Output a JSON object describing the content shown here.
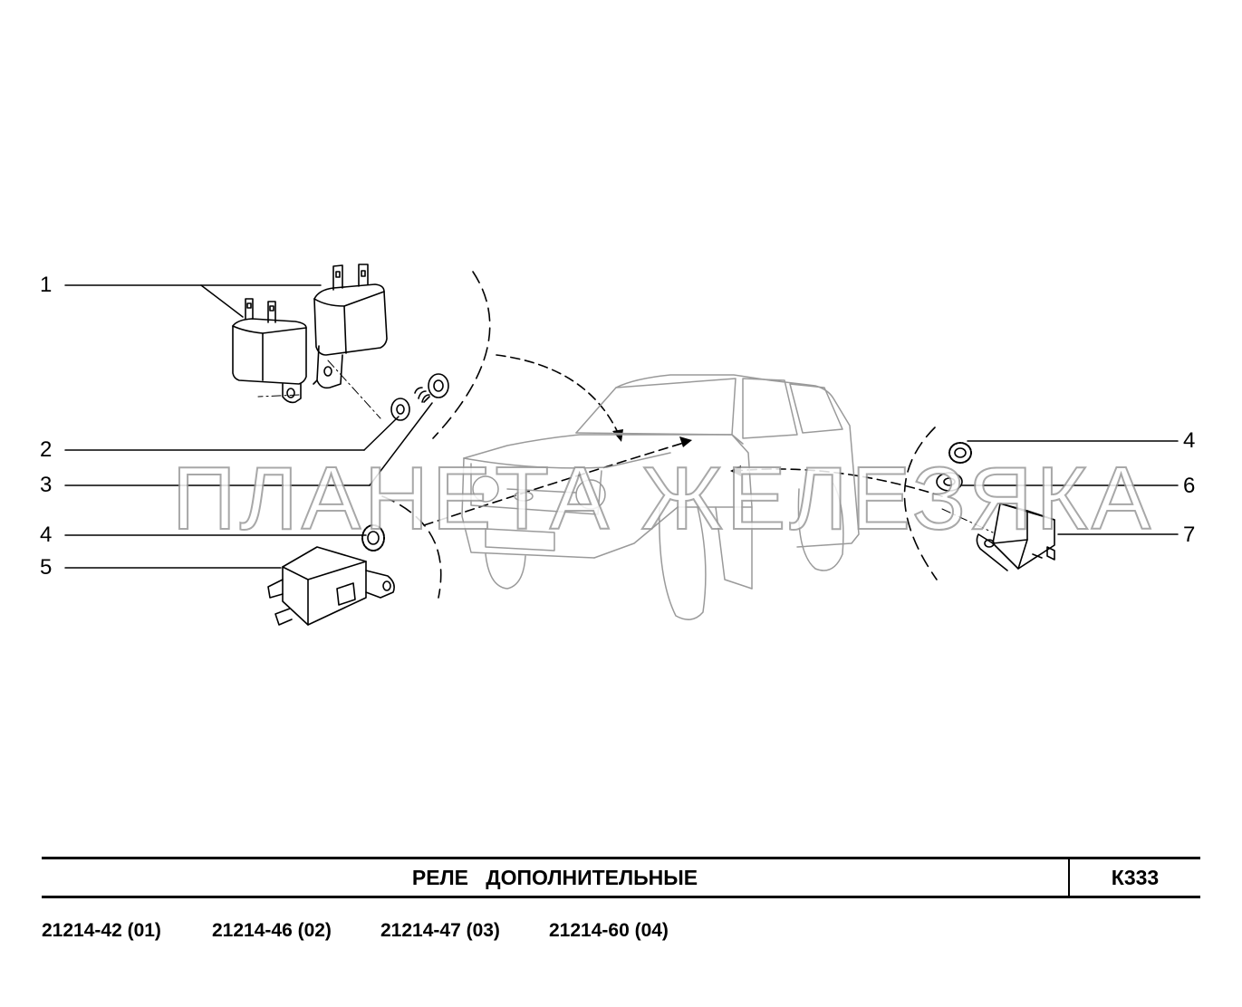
{
  "diagram": {
    "title": "РЕЛЕ   ДОПОЛНИТЕЛЬНЫЕ",
    "sheet_code": "К333",
    "watermark": "ПЛАНЕТА ЖЕЛЕЗЯКА",
    "models": [
      "21214-42 (01)",
      "21214-46 (02)",
      "21214-47 (03)",
      "21214-60 (04)"
    ],
    "callouts_left": [
      "1",
      "2",
      "3",
      "4",
      "5"
    ],
    "callouts_right": [
      "4",
      "6",
      "7"
    ]
  }
}
